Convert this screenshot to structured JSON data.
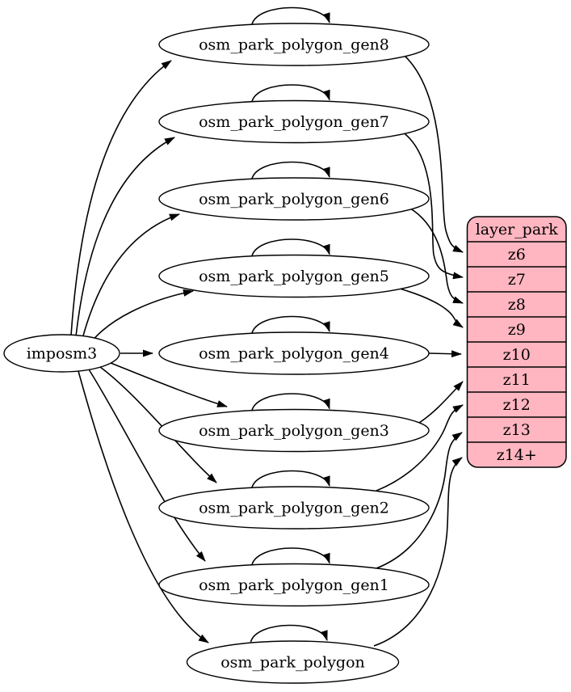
{
  "diagram": {
    "type": "graphviz-digraph",
    "background_color": "#ffffff",
    "edge_color": "#000000",
    "text_color": "#000000",
    "node_fill_color": "#ffffff",
    "source_node": {
      "label": "imposm3"
    },
    "table_nodes": [
      {
        "label": "osm_park_polygon_gen8",
        "feeds_zoom": "z6"
      },
      {
        "label": "osm_park_polygon_gen7",
        "feeds_zoom": "z7"
      },
      {
        "label": "osm_park_polygon_gen6",
        "feeds_zoom": "z8"
      },
      {
        "label": "osm_park_polygon_gen5",
        "feeds_zoom": "z9"
      },
      {
        "label": "osm_park_polygon_gen4",
        "feeds_zoom": "z10"
      },
      {
        "label": "osm_park_polygon_gen3",
        "feeds_zoom": "z11"
      },
      {
        "label": "osm_park_polygon_gen2",
        "feeds_zoom": "z12"
      },
      {
        "label": "osm_park_polygon_gen1",
        "feeds_zoom": "z13"
      },
      {
        "label": "osm_park_polygon",
        "feeds_zoom": "z14+"
      }
    ],
    "layer_node": {
      "title": "layer_park",
      "fill_color": "#FFB6C1",
      "rows": [
        "z6",
        "z7",
        "z8",
        "z9",
        "z10",
        "z11",
        "z12",
        "z13",
        "z14+"
      ]
    }
  }
}
